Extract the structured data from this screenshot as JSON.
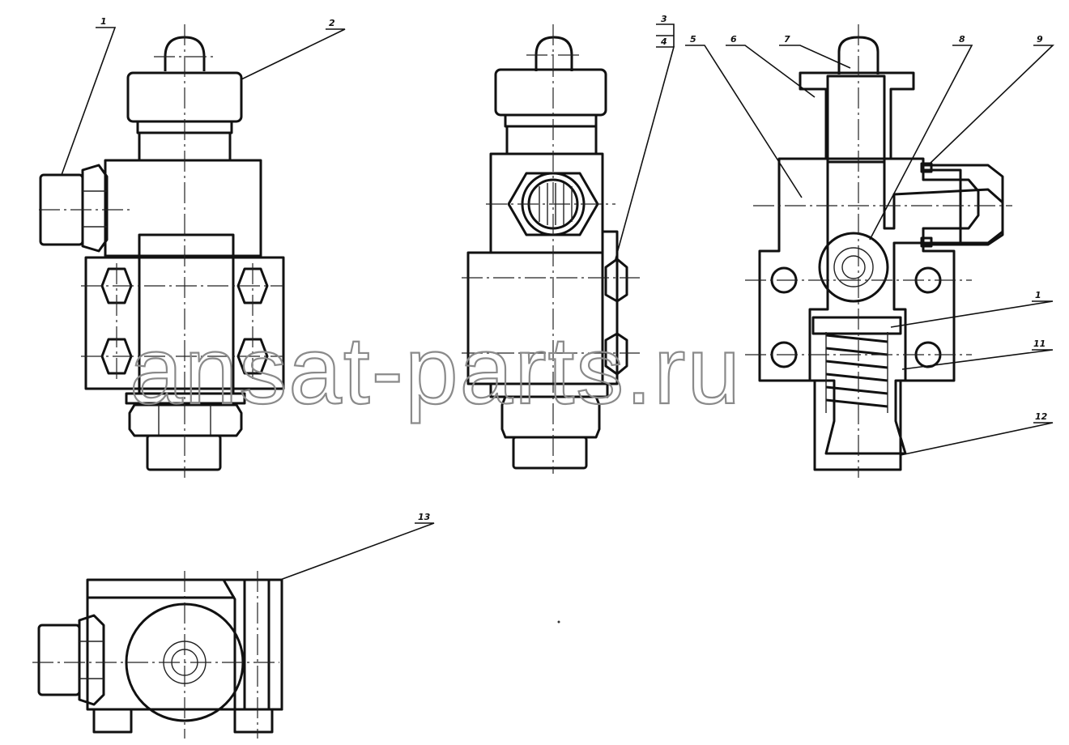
{
  "watermark": "ansat-parts.ru",
  "callouts": {
    "c1": "1",
    "c2": "2",
    "c3": "3",
    "c4": "4",
    "c5": "5",
    "c6": "6",
    "c7": "7",
    "c8": "8",
    "c9": "9",
    "c10": "1",
    "c11": "11",
    "c12": "12",
    "c13": "13"
  },
  "views": [
    "front-view",
    "side-view",
    "section-view",
    "top-view"
  ]
}
